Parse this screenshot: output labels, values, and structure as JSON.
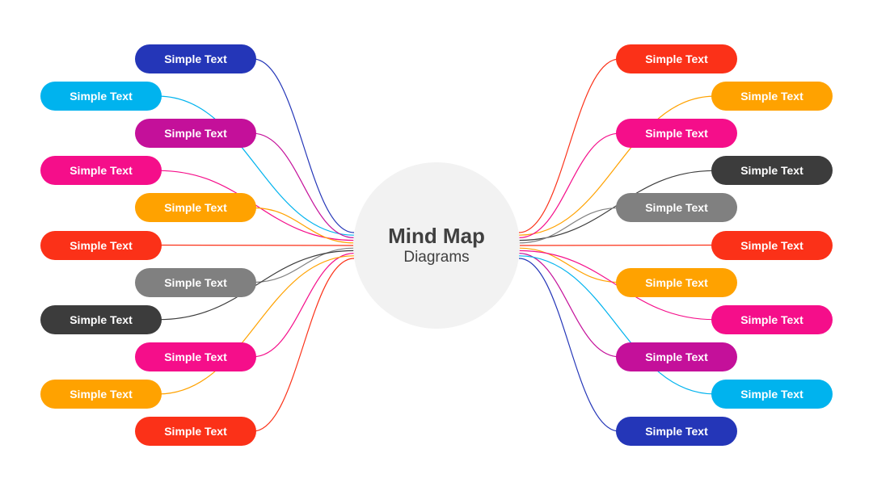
{
  "center": {
    "title": "Mind Map",
    "subtitle": "Diagrams",
    "color": "#f2f2f2"
  },
  "left_nodes": [
    {
      "label": "Simple Text",
      "color": "#2436b8"
    },
    {
      "label": "Simple Text",
      "color": "#00b3ee"
    },
    {
      "label": "Simple Text",
      "color": "#c4109a"
    },
    {
      "label": "Simple Text",
      "color": "#f50e8a"
    },
    {
      "label": "Simple Text",
      "color": "#ffa200"
    },
    {
      "label": "Simple Text",
      "color": "#fb3118"
    },
    {
      "label": "Simple Text",
      "color": "#808080"
    },
    {
      "label": "Simple Text",
      "color": "#3c3c3c"
    },
    {
      "label": "Simple Text",
      "color": "#f50e8a"
    },
    {
      "label": "Simple Text",
      "color": "#ffa200"
    },
    {
      "label": "Simple Text",
      "color": "#fb3118"
    }
  ],
  "right_nodes": [
    {
      "label": "Simple Text",
      "color": "#fb3118"
    },
    {
      "label": "Simple Text",
      "color": "#ffa200"
    },
    {
      "label": "Simple Text",
      "color": "#f50e8a"
    },
    {
      "label": "Simple Text",
      "color": "#3c3c3c"
    },
    {
      "label": "Simple Text",
      "color": "#808080"
    },
    {
      "label": "Simple Text",
      "color": "#fb3118"
    },
    {
      "label": "Simple Text",
      "color": "#ffa200"
    },
    {
      "label": "Simple Text",
      "color": "#f50e8a"
    },
    {
      "label": "Simple Text",
      "color": "#c4109a"
    },
    {
      "label": "Simple Text",
      "color": "#00b3ee"
    },
    {
      "label": "Simple Text",
      "color": "#2436b8"
    }
  ]
}
